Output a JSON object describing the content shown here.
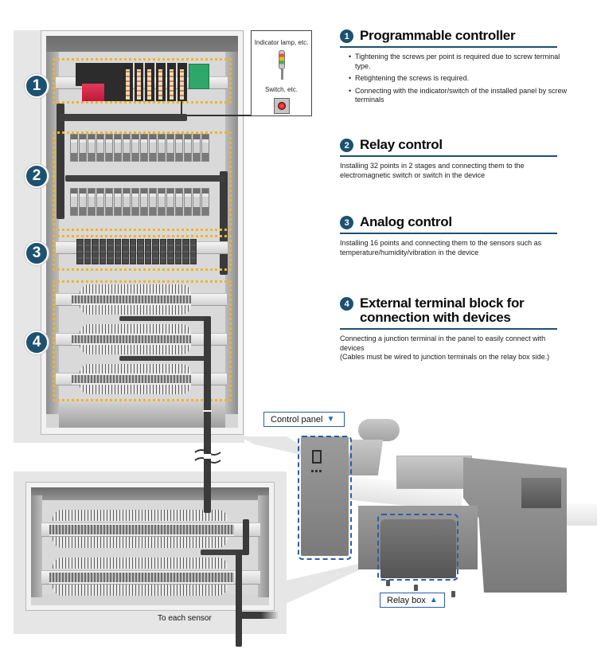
{
  "diagram": {
    "indicator_box": {
      "lamp_label": "Indicator lamp, etc.",
      "switch_label": "Switch, etc."
    },
    "zone_badges": [
      "1",
      "2",
      "3",
      "4"
    ],
    "zones": [
      {
        "number": "1",
        "name": "Programmable controller"
      },
      {
        "number": "2",
        "name": "Relay control"
      },
      {
        "number": "3",
        "name": "Analog control"
      },
      {
        "number": "4",
        "name": "External terminal block"
      }
    ],
    "relay_box_caption": "To each sensor",
    "callouts": {
      "control_panel": {
        "label": "Control panel",
        "icon": "double-chevron-down-icon"
      },
      "relay_box": {
        "label": "Relay box",
        "icon": "double-chevron-up-icon"
      }
    }
  },
  "sections": [
    {
      "number": "1",
      "title_lines": [
        "Programmable controller"
      ],
      "bullets": [
        "Tightening the screws per point is required due to screw terminal type.",
        "Retightening the screws is required.",
        "Connecting with the indicator/switch of the installed panel by screw terminals"
      ]
    },
    {
      "number": "2",
      "title_lines": [
        "Relay control"
      ],
      "paragraphs": [
        "Installing 32 points in 2 stages and connecting them to the electromagnetic switch or switch in the device"
      ]
    },
    {
      "number": "3",
      "title_lines": [
        "Analog control"
      ],
      "paragraphs": [
        "Installing 16 points and connecting them to the sensors such as temperature/humidity/vibration in the device"
      ]
    },
    {
      "number": "4",
      "title_lines": [
        "External terminal block for",
        "connection with devices"
      ],
      "paragraphs": [
        "Connecting a junction terminal in the panel to easily connect with devices",
        "(Cables must be wired to junction terminals on the relay box side.)"
      ]
    }
  ],
  "colors": {
    "accent_navy": "#1d5170",
    "zone_outline_yellow": "#f0b429",
    "callout_blue": "#2a5ea8"
  }
}
